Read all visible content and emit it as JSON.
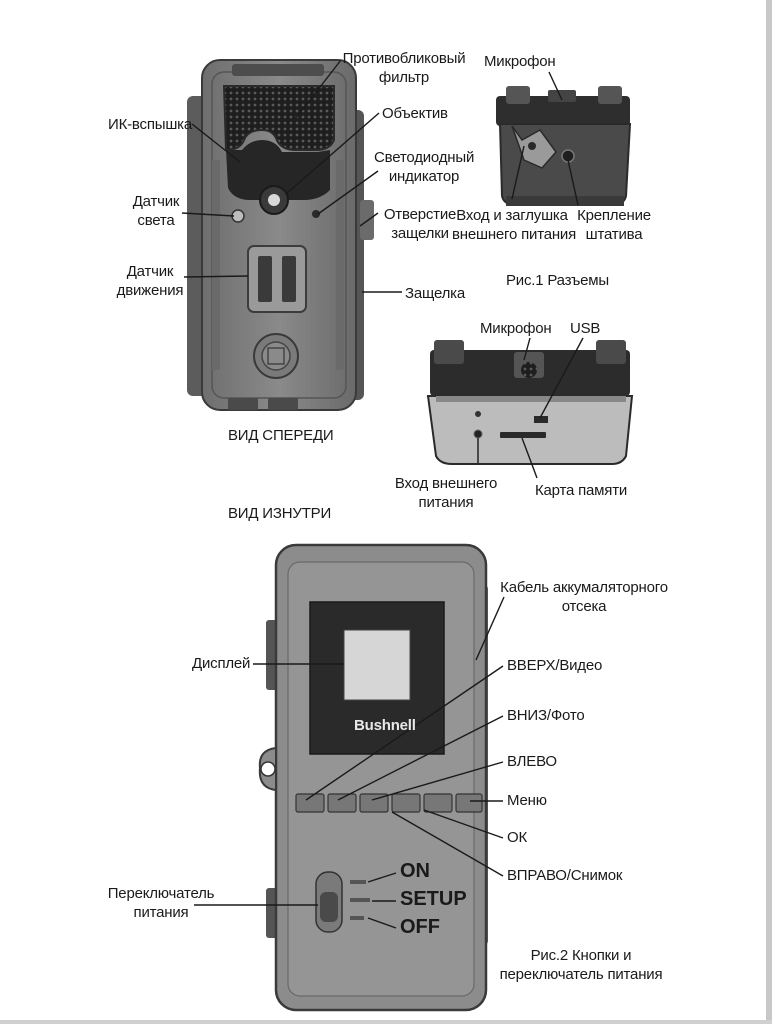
{
  "fig1": {
    "front": {
      "caption": "ВИД СПЕРЕДИ",
      "labels": {
        "antiglare": "Противобликовый\nфильтр",
        "lens": "Объектив",
        "ir_flash": "ИК-вспышка",
        "led": "Светодиодный\nиндикатор",
        "light_sensor": "Датчик\nсвета",
        "latch_hole": "Отверстие\nзащелки",
        "motion_sensor": "Датчик\nдвижения",
        "latch": "Защелка"
      }
    },
    "connectors": {
      "caption": "Рис.1 Разъемы",
      "labels": {
        "microphone": "Микрофон",
        "power_input_plug": "Вход и заглушка\nвнешнего питания",
        "tripod_mount": "Крепление\nштатива"
      }
    },
    "inside": {
      "caption": "ВИД ИЗНУТРИ",
      "labels": {
        "microphone": "Микрофон",
        "usb": "USB",
        "power_input": "Вход внешнего\nпитания",
        "memory_card": "Карта памяти"
      }
    }
  },
  "fig2": {
    "caption": "Рис.2 Кнопки и\nпереключатель питания",
    "brand": "Bushnell",
    "labels": {
      "battery_cable": "Кабель аккумаляторного\nотсека",
      "display": "Дисплей",
      "up_video": "ВВЕРХ/Видео",
      "down_photo": "ВНИЗ/Фото",
      "left": "ВЛЕВО",
      "menu": "Меню",
      "ok": "ОК",
      "right_snap": "ВПРАВО/Снимок",
      "power_switch": "Переключатель\nпитания"
    },
    "switch_positions": [
      "ON",
      "SETUP",
      "OFF"
    ]
  }
}
